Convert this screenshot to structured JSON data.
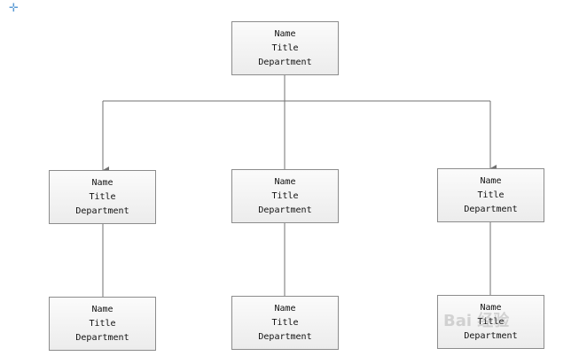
{
  "diagram": {
    "type": "org-chart",
    "line_color": "#707070",
    "node_border_color": "#8c8c8c",
    "origin_marker": {
      "glyph": "✛",
      "color": "#5b9bd5"
    },
    "watermark_text": "Bai 经验",
    "nodes": [
      {
        "id": "root",
        "name": "Name",
        "title": "Title",
        "department": "Department"
      },
      {
        "id": "mid-1",
        "name": "Name",
        "title": "Title",
        "department": "Department"
      },
      {
        "id": "mid-2",
        "name": "Name",
        "title": "Title",
        "department": "Department"
      },
      {
        "id": "mid-3",
        "name": "Name",
        "title": "Title",
        "department": "Department"
      },
      {
        "id": "leaf-1",
        "name": "Name",
        "title": "Title",
        "department": "Department"
      },
      {
        "id": "leaf-2",
        "name": "Name",
        "title": "Title",
        "department": "Department"
      },
      {
        "id": "leaf-3",
        "name": "Name",
        "title": "Title",
        "department": "Department"
      }
    ]
  }
}
